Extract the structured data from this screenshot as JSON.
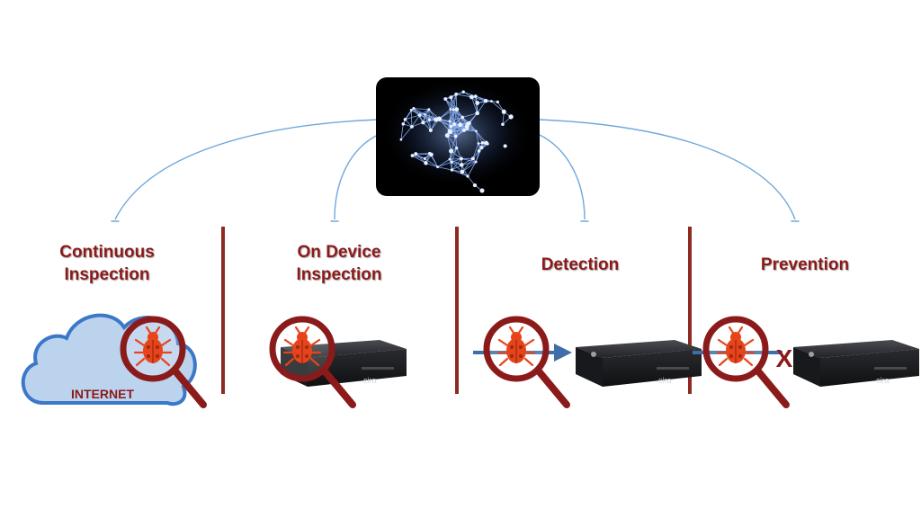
{
  "colors": {
    "accent": "#8B1A1A",
    "divider": "#8E2A22",
    "connector": "#6FA8DC",
    "cloud_fill": "#BCD3EE",
    "cloud_stroke": "#3C78C8",
    "arrow": "#3E6FA8",
    "bug": "#E8441C",
    "device": "#1E1F22"
  },
  "icons": {
    "brain": "neural-brain-icon",
    "cloud": "cloud-icon",
    "magnifier": "magnifying-glass-icon",
    "bug": "bug-icon",
    "device": "network-appliance-icon",
    "arrow": "arrow-right-icon",
    "block": "x-block-icon"
  },
  "stages": [
    {
      "line1": "Continuous",
      "line2": "Inspection"
    },
    {
      "line1": "On Device",
      "line2": "Inspection"
    },
    {
      "line1": "Detection",
      "line2": ""
    },
    {
      "line1": "Prevention",
      "line2": ""
    }
  ],
  "cloud": {
    "label": "INTERNET"
  },
  "device": {
    "logo": "cira"
  },
  "prevention": {
    "block_mark": "X"
  }
}
